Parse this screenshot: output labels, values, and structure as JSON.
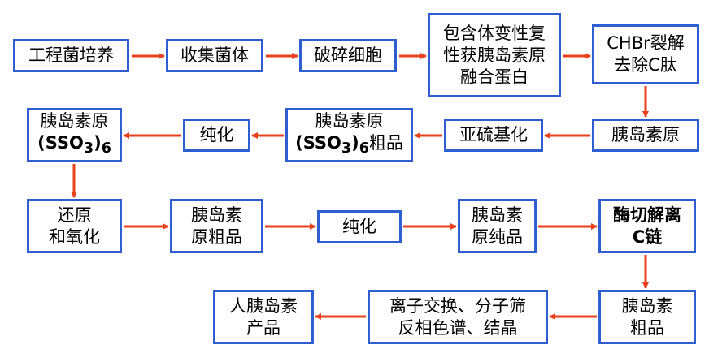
{
  "colors": {
    "box_border": "#2f5fcf",
    "arrow": "#e8401c",
    "text": "#000000"
  },
  "steps": {
    "s1": {
      "line1": "工程菌培养"
    },
    "s2": {
      "line1": "收集菌体"
    },
    "s3": {
      "line1": "破碎细胞"
    },
    "s4": {
      "line1": "包含体变性复",
      "line2": "性获胰岛素原",
      "line3": "融合蛋白"
    },
    "s5": {
      "line1": "CHBr裂解",
      "line2": "去除C肽"
    },
    "s6": {
      "line1": "胰岛素原"
    },
    "s7": {
      "line1": "亚硫基化"
    },
    "s8": {
      "line1": "胰岛素原",
      "line2_pre": "(SSO",
      "line2_sub3": "3",
      "line2_mid": ")",
      "line2_sub6": "6",
      "line2_post": "粗品"
    },
    "s9": {
      "line1": "纯化"
    },
    "s10": {
      "line1": "胰岛素原",
      "line2_pre": "(SSO",
      "line2_sub3": "3",
      "line2_mid": ")",
      "line2_sub6": "6"
    },
    "s11": {
      "line1": "还原",
      "line2": "和氧化"
    },
    "s12": {
      "line1": "胰岛素",
      "line2": "原粗品"
    },
    "s13": {
      "line1": "纯化"
    },
    "s14": {
      "line1": "胰岛素",
      "line2": "原纯品"
    },
    "s15": {
      "line1": "酶切解离",
      "line2": "C链"
    },
    "s16": {
      "line1": "胰岛素",
      "line2": "粗品"
    },
    "s17": {
      "line1": "离子交换、分子筛",
      "line2": "反相色谱、结晶"
    },
    "s18": {
      "line1": "人胰岛素",
      "line2": "产品"
    }
  }
}
